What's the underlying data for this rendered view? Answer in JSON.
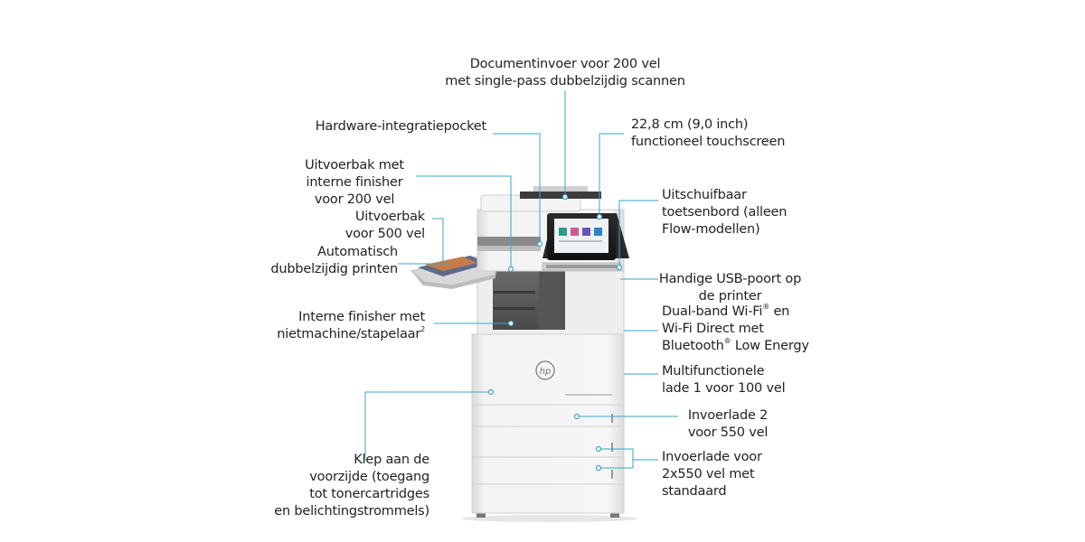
{
  "labels": {
    "document_feeder": [
      "Documentinvoer voor 200 vel",
      "met single-pass dubbelzijdig scannen"
    ],
    "hardware_pocket": [
      "Hardware-integratiepocket"
    ],
    "touchscreen": [
      "22,8 cm (9,0 inch)",
      "functioneel touchscreen"
    ],
    "output_finisher": [
      "Uitvoerbak met",
      "interne finisher",
      "voor 200 vel"
    ],
    "output_500": [
      "Uitvoerbak",
      "voor 500 vel"
    ],
    "duplex": [
      "Automatisch",
      "dubbelzijdig printen"
    ],
    "keyboard": [
      "Uitschuifbaar",
      "toetsenbord (alleen",
      "Flow-modellen)"
    ],
    "usb": [
      "Handige USB-poort op",
      "de printer"
    ],
    "wireless": [
      "Dual-band Wi-Fi",
      "en",
      "Wi-Fi Direct met",
      "Bluetooth",
      " Low Energy"
    ],
    "internal_finisher": [
      "Interne finisher met",
      "nietmachine/stapelaar"
    ],
    "tray1": [
      "Multifunctionele",
      "lade 1 voor 100 vel"
    ],
    "tray2": [
      "Invoerlade 2",
      "voor 550 vel"
    ],
    "tray_stand": [
      "Invoerlade voor",
      "2x550 vel met",
      "standaard"
    ],
    "front_door": [
      "Klep aan de",
      "voorzijde (toegang",
      "tot tonercartridges",
      "en belichtingstrommels)"
    ]
  },
  "marks": {
    "registered": "®",
    "footnote": "2"
  },
  "colors": {
    "callout_line": "#3aa6c9",
    "text": "#222222"
  },
  "icons": {
    "brand": "hp-logo-icon"
  }
}
